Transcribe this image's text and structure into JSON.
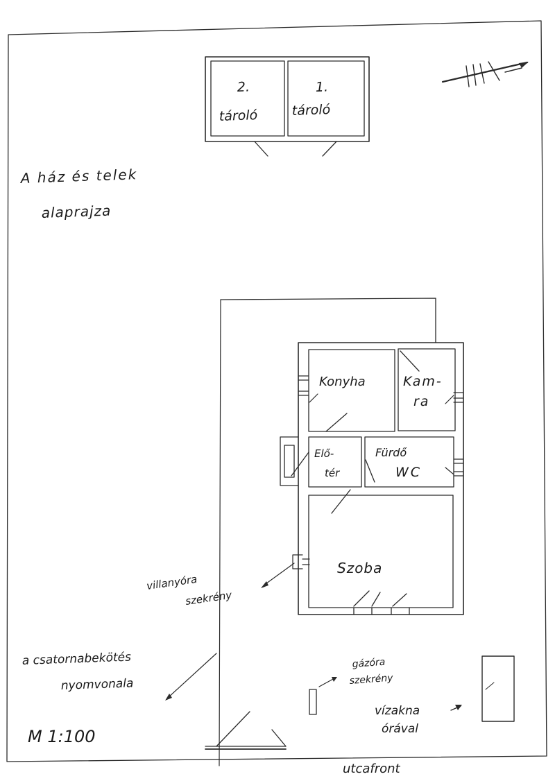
{
  "title": {
    "line1": "A ház és telek",
    "line2": "alaprajza"
  },
  "storage": {
    "unit2_number": "2.",
    "unit2_label": "tároló",
    "unit1_number": "1.",
    "unit1_label": "tároló"
  },
  "rooms": {
    "kitchen": "Konyha",
    "pantry_line1": "Kam-",
    "pantry_line2": "ra",
    "hall_line1": "Elő-",
    "hall_line2": "tér",
    "bath_line1": "Fürdő",
    "bath_line2": "WC",
    "living": "Szoba"
  },
  "annotations": {
    "meter_line1": "villanyóra",
    "meter_line2": "szekrény",
    "gas_line1": "gázóra",
    "gas_line2": "szekrény",
    "sewer_line1": "a csatornabekötés",
    "sewer_line2": "nyomvonala",
    "well_line1": "vízakna",
    "well_line2": "órával",
    "street": "utcafront"
  },
  "scale": "M 1:100",
  "colors": {
    "ink": "#2a2a2a",
    "paper": "#ffffff"
  }
}
